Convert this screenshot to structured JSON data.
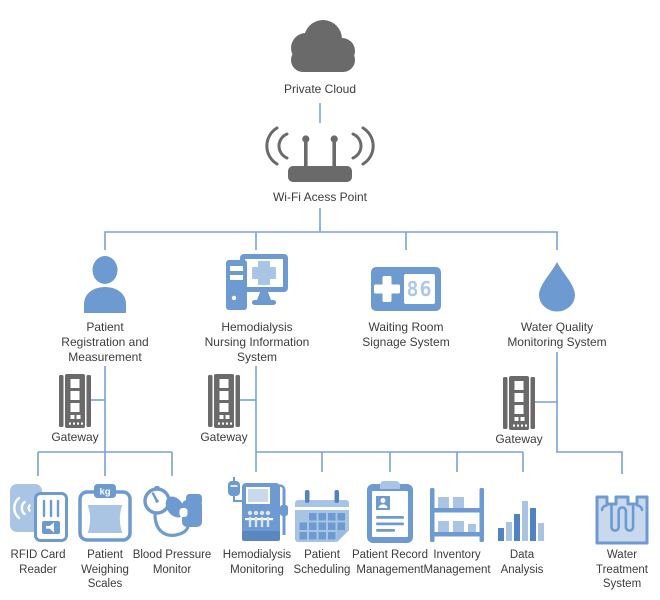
{
  "colors": {
    "icon_blue": "#6d9ad1",
    "icon_light_blue": "#aac5e4",
    "icon_lighter_blue": "#c8d9ee",
    "icon_dark_blue": "#5083c4",
    "icon_gray": "#6a6a6a",
    "line_blue": "#7aa2d8",
    "text": "#3c3c3c"
  },
  "cloud": {
    "label": "Private Cloud"
  },
  "access_point": {
    "label": "Wi-Fi Acess Point"
  },
  "branches": [
    {
      "id": "patient-registration",
      "label": "Patient\nRegistration and\nMeasurement"
    },
    {
      "id": "nursing-information-system",
      "label": "Hemodialysis\nNursing Information\nSystem"
    },
    {
      "id": "waiting-room-signage",
      "label": "Waiting Room\nSignage System",
      "display_value": "86"
    },
    {
      "id": "water-quality-monitoring",
      "label": "Water Quality\nMonitoring System"
    }
  ],
  "gateways": [
    {
      "label": "Gateway"
    },
    {
      "label": "Gateway"
    },
    {
      "label": "Gateway"
    }
  ],
  "devices": [
    {
      "label": "RFID Card\nReader"
    },
    {
      "label": "Patient\nWeighing\nScales",
      "unit": "kg"
    },
    {
      "label": "Blood Pressure\nMonitor"
    },
    {
      "label": "Hemodialysis\nMonitoring"
    },
    {
      "label": "Patient\nScheduling"
    },
    {
      "label": "Patient Record\nManagement"
    },
    {
      "label": "Inventory\nManagement"
    },
    {
      "label": "Data\nAnalysis"
    },
    {
      "label": "Water\nTreatment\nSystem"
    }
  ]
}
